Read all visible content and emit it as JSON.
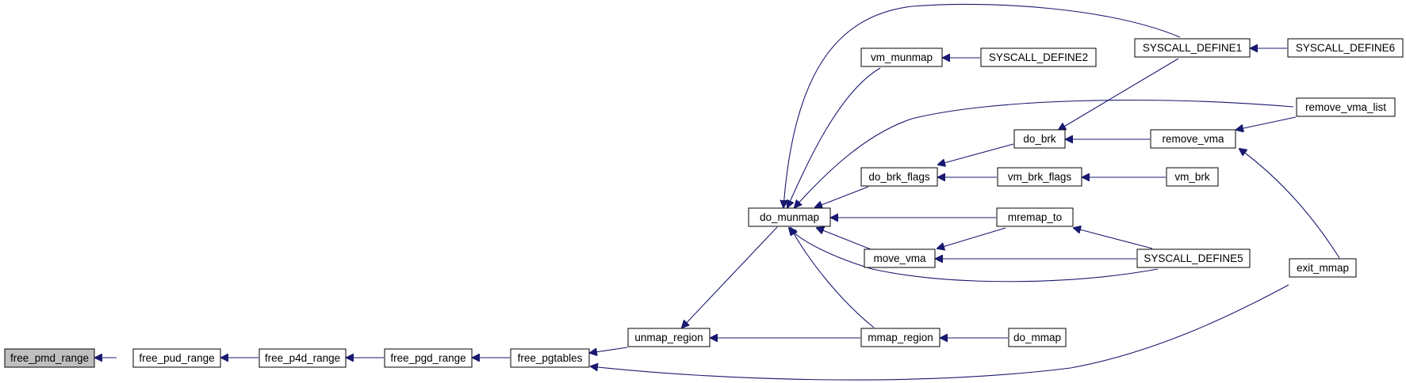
{
  "graph": {
    "edge_color": "#191970",
    "root_fill": "#bfbfbf",
    "nodes": {
      "free_pmd_range": "free_pmd_range",
      "free_pud_range": "free_pud_range",
      "free_p4d_range": "free_p4d_range",
      "free_pgd_range": "free_pgd_range",
      "free_pgtables": "free_pgtables",
      "unmap_region": "unmap_region",
      "do_munmap": "do_munmap",
      "mmap_region": "mmap_region",
      "do_mmap": "do_mmap",
      "exit_mmap": "exit_mmap",
      "vm_munmap": "vm_munmap",
      "syscall_define2": "SYSCALL_DEFINE2",
      "syscall_define1": "SYSCALL_DEFINE1",
      "syscall_define6": "SYSCALL_DEFINE6",
      "do_brk_flags": "do_brk_flags",
      "do_brk": "do_brk",
      "vm_brk_flags": "vm_brk_flags",
      "vm_brk": "vm_brk",
      "remove_vma": "remove_vma",
      "remove_vma_list": "remove_vma_list",
      "mremap_to": "mremap_to",
      "move_vma": "move_vma",
      "syscall_define5": "SYSCALL_DEFINE5"
    }
  }
}
